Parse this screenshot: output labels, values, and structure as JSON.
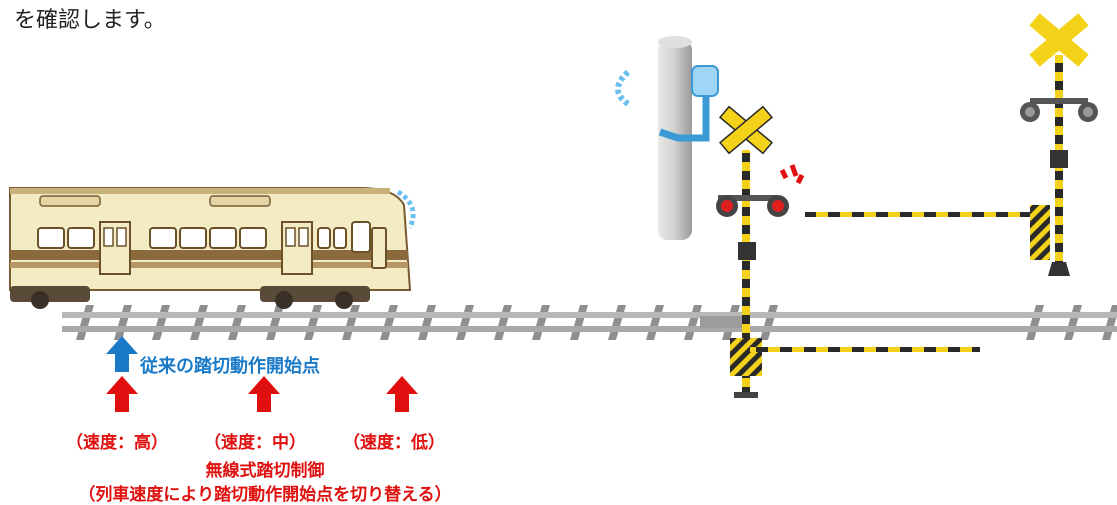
{
  "lead_text": "を確認します。",
  "colors": {
    "blue": "#1a7ac8",
    "red": "#e01010",
    "rail": "#b8b8b8",
    "sleeper": "#8f8f8f",
    "stripe_yellow": "#f5d21a",
    "stripe_black": "#2a2a2a",
    "train_body": "#f3ebc4",
    "train_trim": "#8a6a3a",
    "pole": "#cfcfcf"
  },
  "conventional_start": {
    "label": "従来の踏切動作開始点",
    "arrow_color": "#1a7ac8"
  },
  "speed_points": [
    {
      "label": "（速度：高）"
    },
    {
      "label": "（速度：中）"
    },
    {
      "label": "（速度：低）"
    }
  ],
  "caption": {
    "line1": "無線式踏切制御",
    "line2": "（列車速度により踏切動作開始点を切り替える）",
    "color": "#e01010"
  },
  "icons": {
    "train": "train-icon",
    "radio_wave": "radio-wave-icon",
    "antenna_pole": "antenna-pole-icon",
    "crossing_signal": "crossing-signal-icon",
    "crossing_gate": "crossing-gate-icon",
    "up_arrow": "up-arrow-icon",
    "alarm_marks": "alarm-marks-icon"
  }
}
